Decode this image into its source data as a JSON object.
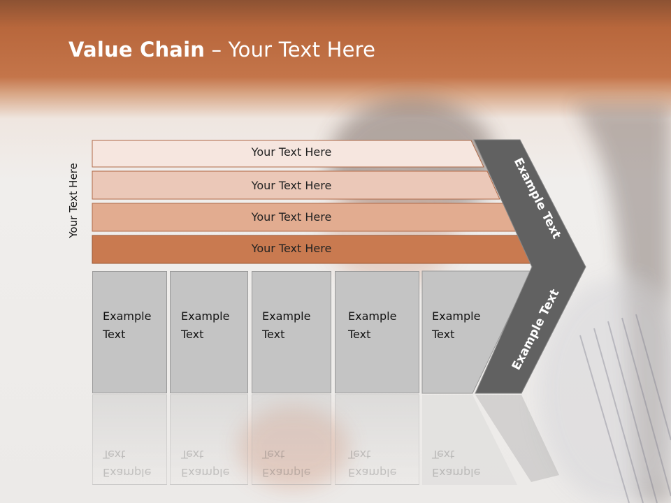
{
  "title": {
    "bold": "Value Chain",
    "rest": " – Your Text Here"
  },
  "side_label": "Your Text Here",
  "bands": [
    "Your Text Here",
    "Your Text Here",
    "Your Text Here",
    "Your Text Here"
  ],
  "band_colors": [
    "#f6e6df",
    "#ebc8b8",
    "#e2ac90",
    "#c97a50"
  ],
  "boxes": [
    {
      "line1": "Example",
      "line2": "Text"
    },
    {
      "line1": "Example",
      "line2": "Text"
    },
    {
      "line1": "Example",
      "line2": "Text"
    },
    {
      "line1": "Example",
      "line2": "Text"
    },
    {
      "line1": "Example",
      "line2": "Text"
    }
  ],
  "chevron": {
    "upper_label": "Example Text",
    "lower_label": "Example Text",
    "color": "#616161"
  }
}
